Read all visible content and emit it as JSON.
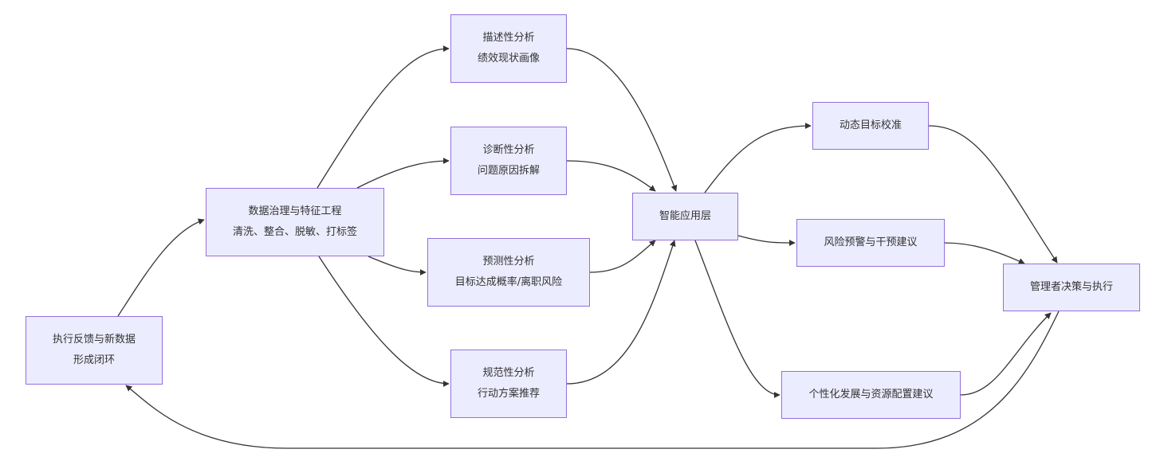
{
  "diagram": {
    "type": "flowchart",
    "colors": {
      "node_fill": "#ECECFF",
      "node_border": "#9370DB",
      "edge": "#333333",
      "text": "#333333"
    },
    "nodes": [
      {
        "id": "feedback",
        "lines": [
          "执行反馈与新数据",
          "形成闭环"
        ]
      },
      {
        "id": "governance",
        "lines": [
          "数据治理与特征工程",
          "清洗、整合、脱敏、打标签"
        ]
      },
      {
        "id": "descriptive",
        "lines": [
          "描述性分析",
          "绩效现状画像"
        ]
      },
      {
        "id": "diagnostic",
        "lines": [
          "诊断性分析",
          "问题原因拆解"
        ]
      },
      {
        "id": "predictive",
        "lines": [
          "预测性分析",
          "目标达成概率/离职风险"
        ]
      },
      {
        "id": "prescriptive",
        "lines": [
          "规范性分析",
          "行动方案推荐"
        ]
      },
      {
        "id": "smart_layer",
        "lines": [
          "智能应用层"
        ]
      },
      {
        "id": "target_calib",
        "lines": [
          "动态目标校准"
        ]
      },
      {
        "id": "risk_warning",
        "lines": [
          "风险预警与干预建议"
        ]
      },
      {
        "id": "personal_dev",
        "lines": [
          "个性化发展与资源配置建议"
        ]
      },
      {
        "id": "manager_exec",
        "lines": [
          "管理者决策与执行"
        ]
      }
    ],
    "edges": [
      {
        "from": "feedback",
        "to": "governance"
      },
      {
        "from": "governance",
        "to": "descriptive"
      },
      {
        "from": "governance",
        "to": "diagnostic"
      },
      {
        "from": "governance",
        "to": "predictive"
      },
      {
        "from": "governance",
        "to": "prescriptive"
      },
      {
        "from": "descriptive",
        "to": "smart_layer"
      },
      {
        "from": "diagnostic",
        "to": "smart_layer"
      },
      {
        "from": "predictive",
        "to": "smart_layer"
      },
      {
        "from": "prescriptive",
        "to": "smart_layer"
      },
      {
        "from": "smart_layer",
        "to": "target_calib"
      },
      {
        "from": "smart_layer",
        "to": "risk_warning"
      },
      {
        "from": "smart_layer",
        "to": "personal_dev"
      },
      {
        "from": "target_calib",
        "to": "manager_exec"
      },
      {
        "from": "risk_warning",
        "to": "manager_exec"
      },
      {
        "from": "personal_dev",
        "to": "manager_exec"
      },
      {
        "from": "manager_exec",
        "to": "feedback"
      }
    ]
  }
}
